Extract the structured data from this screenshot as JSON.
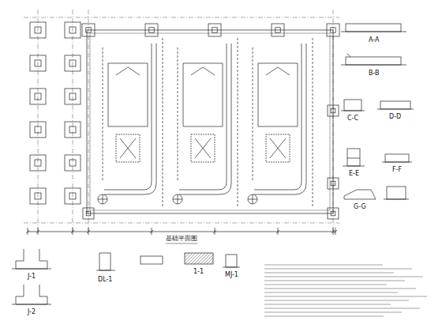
{
  "diagram": {
    "title": "基础平面图",
    "labels": [
      "A-A",
      "B-B",
      "C-C",
      "D-D",
      "E-E",
      "F-F",
      "G-G",
      "J-1",
      "J-2",
      "DL-1",
      "1-1",
      "MJ-1"
    ]
  }
}
